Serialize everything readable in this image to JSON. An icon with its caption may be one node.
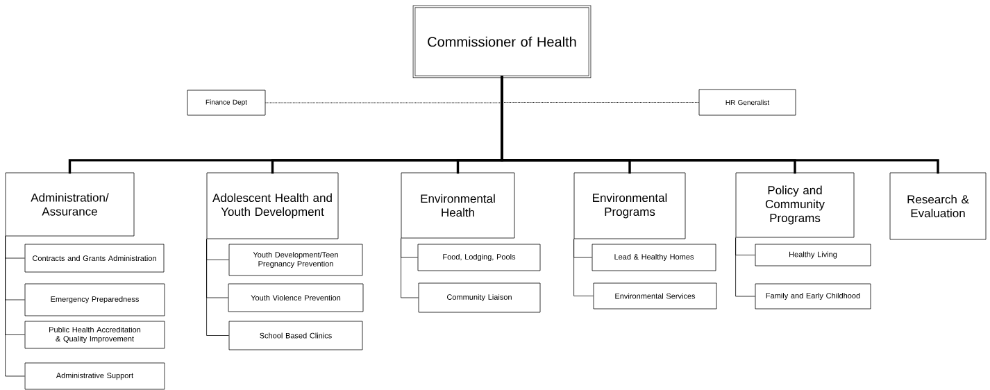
{
  "diagram": {
    "nodes": [
      {
        "text": [
          "Commissioner of Health"
        ]
      },
      {
        "text": [
          "Finance Dept"
        ]
      },
      {
        "text": [
          "HR Generalist"
        ]
      },
      {
        "text": [
          "Administration/ Assurance"
        ]
      },
      {
        "text": [
          "Contracts and Grants Administration"
        ]
      },
      {
        "text": [
          "Emergency Preparedness"
        ]
      },
      {
        "text": [
          "Public Health Accreditation & Quality Improvement"
        ]
      },
      {
        "text": [
          "Administrative Support"
        ]
      },
      {
        "text": [
          "Adolescent Health and Youth Development"
        ]
      },
      {
        "text": [
          "Youth Development/Teen Pregnancy Prevention"
        ]
      },
      {
        "text": [
          "Youth Violence Prevention"
        ]
      },
      {
        "text": [
          "School Based Clinics"
        ]
      },
      {
        "text": [
          "Environmental Health"
        ]
      },
      {
        "text": [
          "Food, Lodging, Pools"
        ]
      },
      {
        "text": [
          "Community Liaison"
        ]
      },
      {
        "text": [
          "Environmental Programs"
        ]
      },
      {
        "text": [
          "Lead & Healthy Homes"
        ]
      },
      {
        "text": [
          "Environmental Services"
        ]
      },
      {
        "text": [
          "Policy and Community Programs"
        ]
      },
      {
        "text": [
          "Healthy Living"
        ]
      },
      {
        "text": [
          "Family and Early Childhood"
        ]
      },
      {
        "text": [
          "Research & Evaluation"
        ]
      }
    ],
    "edges": [
      {
        "from": 1,
        "to": 0,
        "arrow": "none",
        "style": "dashed"
      },
      {
        "from": 2,
        "to": 0,
        "arrow": "none",
        "style": "dashed"
      },
      {
        "from": 0,
        "to": 3,
        "arrow": "none",
        "style": "thick"
      },
      {
        "from": 0,
        "to": 8,
        "arrow": "none",
        "style": "thick"
      },
      {
        "from": 0,
        "to": 12,
        "arrow": "none",
        "style": "thick"
      },
      {
        "from": 0,
        "to": 15,
        "arrow": "none",
        "style": "thick"
      },
      {
        "from": 0,
        "to": 18,
        "arrow": "none",
        "style": "thick"
      },
      {
        "from": 0,
        "to": 21,
        "arrow": "none",
        "style": "thick"
      },
      {
        "from": 3,
        "to": 4,
        "arrow": "none"
      },
      {
        "from": 3,
        "to": 5,
        "arrow": "none"
      },
      {
        "from": 3,
        "to": 6,
        "arrow": "none"
      },
      {
        "from": 3,
        "to": 7,
        "arrow": "none"
      },
      {
        "from": 8,
        "to": 9,
        "arrow": "none"
      },
      {
        "from": 8,
        "to": 10,
        "arrow": "none"
      },
      {
        "from": 8,
        "to": 11,
        "arrow": "none"
      },
      {
        "from": 12,
        "to": 13,
        "arrow": "none"
      },
      {
        "from": 12,
        "to": 14,
        "arrow": "none"
      },
      {
        "from": 15,
        "to": 16,
        "arrow": "none"
      },
      {
        "from": 15,
        "to": 17,
        "arrow": "none"
      },
      {
        "from": 18,
        "to": 19,
        "arrow": "none"
      },
      {
        "from": 18,
        "to": 20,
        "arrow": "none"
      }
    ]
  }
}
